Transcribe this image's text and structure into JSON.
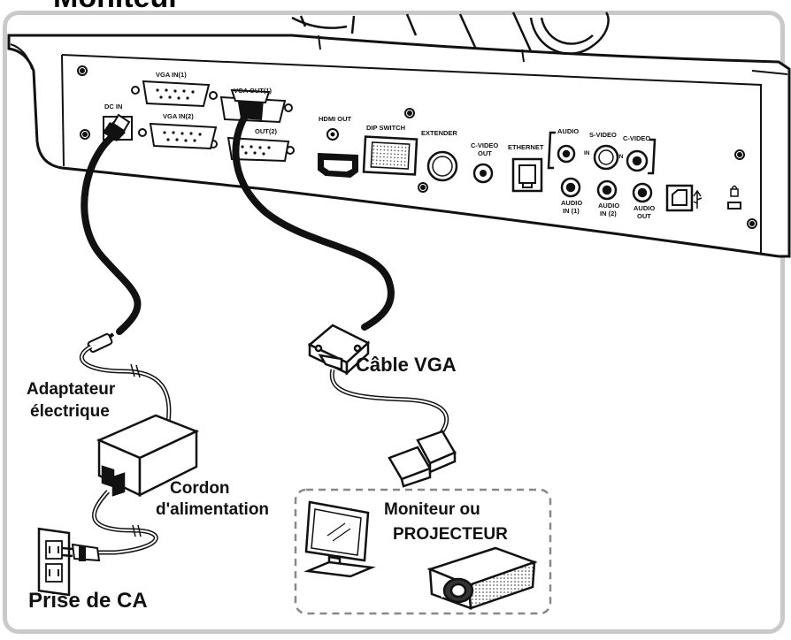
{
  "page_title": "Moniteur",
  "ports": {
    "dc_in": "DC IN",
    "vga_in1": "VGA IN(1)",
    "vga_in2": "VGA IN(2)",
    "vga_out1": "VGA OUT(1)",
    "vga_out2": "OUT(2)",
    "hdmi_out": "HDMI OUT",
    "dip_switch": "DIP SWITCH",
    "extender": "EXTENDER",
    "cvideo_out_line1": "C-VIDEO",
    "cvideo_out_line2": "OUT",
    "ethernet": "ETHERNET",
    "audio": "AUDIO",
    "svideo": "S-VIDEO",
    "cvideo": "C-VIDEO",
    "in_left": "IN",
    "in_right": "IN",
    "audio_in1_line1": "AUDIO",
    "audio_in1_line2": "IN (1)",
    "audio_in2_line1": "AUDIO",
    "audio_in2_line2": "IN (2)",
    "audio_out_line1": "AUDIO",
    "audio_out_line2": "OUT"
  },
  "callouts": {
    "adapter_line1": "Adaptateur",
    "adapter_line2": "électrique",
    "cord_line1": "Cordon",
    "cord_line2": "d'alimentation",
    "outlet": "Prise de CA",
    "vga_cable": "Câble VGA",
    "display_line1": "Moniteur ou",
    "display_line2": "PROJECTEUR"
  },
  "colors": {
    "frame": "#c9c9c9",
    "cable": "#111111",
    "device_fill": "#ffffff",
    "dashed_box": "#888888"
  }
}
